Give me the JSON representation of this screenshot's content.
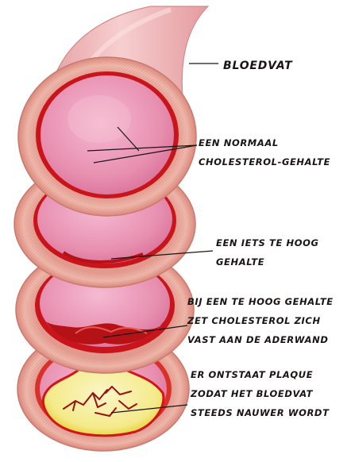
{
  "title": "BLOEDVAT",
  "labels": [
    {
      "lines": [
        "EEN NORMAAL",
        "CHOLESTEROL-GEHALTE"
      ]
    },
    {
      "lines": [
        "EEN IETS TE HOOG",
        "GEHALTE"
      ]
    },
    {
      "lines": [
        "BIJ EEN TE HOOG GEHALTE",
        "ZET CHOLESTEROL ZICH",
        "VAST AAN DE ADERWAND"
      ]
    },
    {
      "lines": [
        "ER ONTSTAAT PLAQUE",
        "ZODAT HET BLOEDVAT",
        "STEEDS NAUWER WORDT"
      ]
    }
  ],
  "colors": {
    "vessel_outer": "#f0b2a8",
    "vessel_wall": "#e8a396",
    "lumen": "#e88fb0",
    "lumen_highlight": "#f3b4cc",
    "inner_red": "#c8141a",
    "deposit": "#b51218",
    "plaque_fill": "#f6ef9c",
    "plaque_edge": "#e8d030",
    "vessel_tube": "#f2bcbc"
  }
}
